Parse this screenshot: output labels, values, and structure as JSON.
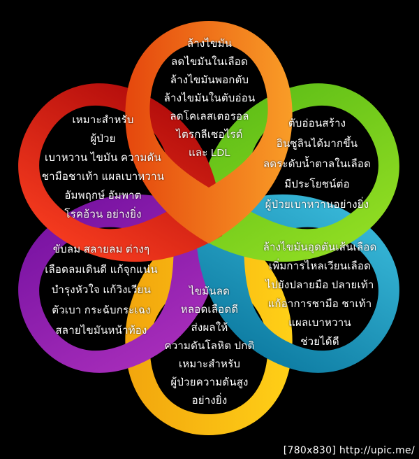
{
  "diagram": {
    "kind": "flower-petal-infographic",
    "background": "#000000",
    "text_color": "#ffffff"
  },
  "colors": {
    "orange": [
      "#e5470d",
      "#f99d27"
    ],
    "green": [
      "#62c018",
      "#8fdc22"
    ],
    "blue": [
      "#36b5d6",
      "#0f7ea4"
    ],
    "yellow": [
      "#ffd017",
      "#f2a50d"
    ],
    "purple": [
      "#a52cb9",
      "#7a14a3"
    ],
    "red": [
      "#f43a1e",
      "#b50e0c"
    ]
  },
  "petals": {
    "orange": {
      "position": "top",
      "lines": [
        "ล้างไขมัน",
        "ลดไขมันในเลือด",
        "ล้างไขมันพอกตับ",
        "ล้างไขมันในตับอ่อน",
        "ลดโคเลสเตอรอล",
        "ไตรกลีเซอไรด์",
        "และ LDL"
      ]
    },
    "green": {
      "position": "upper-right",
      "lines": [
        "ตับอ่อนสร้าง",
        "อินซูลินได้มากขึ้น",
        "ลดระดับน้ำตาลในเลือด",
        "มีประโยชน์ต่อ",
        "ผู้ป่วยเบาหวานอย่างยิ่ง"
      ]
    },
    "blue": {
      "position": "lower-right",
      "lines": [
        "ล้างไขมันอุดตันเส้นเลือด",
        "เพิ่มการไหลเวียนเลือด",
        "ไปยังปลายมือ ปลายเท้า",
        "แก้อาการชามือ ชาเท้า",
        "แผลเบาหวาน",
        "ช่วยได้ดี"
      ]
    },
    "yellow": {
      "position": "bottom",
      "lines": [
        "ไขมันลด",
        "หลอดเลือดดี",
        "ส่งผลให้",
        "ความดันโลหิต ปกติ",
        "เหมาะสำหรับ",
        "ผู้ป่วยความดันสูง",
        "อย่างยิ่ง"
      ]
    },
    "purple": {
      "position": "lower-left",
      "lines": [
        "ขับลม สลายลม ต่างๆ",
        "เลือดลมเดินดี แก้จุกแน่น",
        "บำรุงหัวใจ แก้วิงเวียน",
        "ตัวเบา กระฉับกระเฉง",
        "สลายไขมันหน้าท้อง"
      ]
    },
    "red": {
      "position": "upper-left",
      "lines": [
        "เหมาะสำหรับ",
        "ผู้ป่วย",
        "เบาหวาน ไขมัน ความดัน",
        "ชามือชาเท้า แผลเบาหวาน",
        "อัมพฤกษ์ อัมพาต",
        "โรคอ้วน อย่างยิ่ง"
      ]
    }
  },
  "watermark": {
    "label": "[780x830] http://upic.me/"
  }
}
